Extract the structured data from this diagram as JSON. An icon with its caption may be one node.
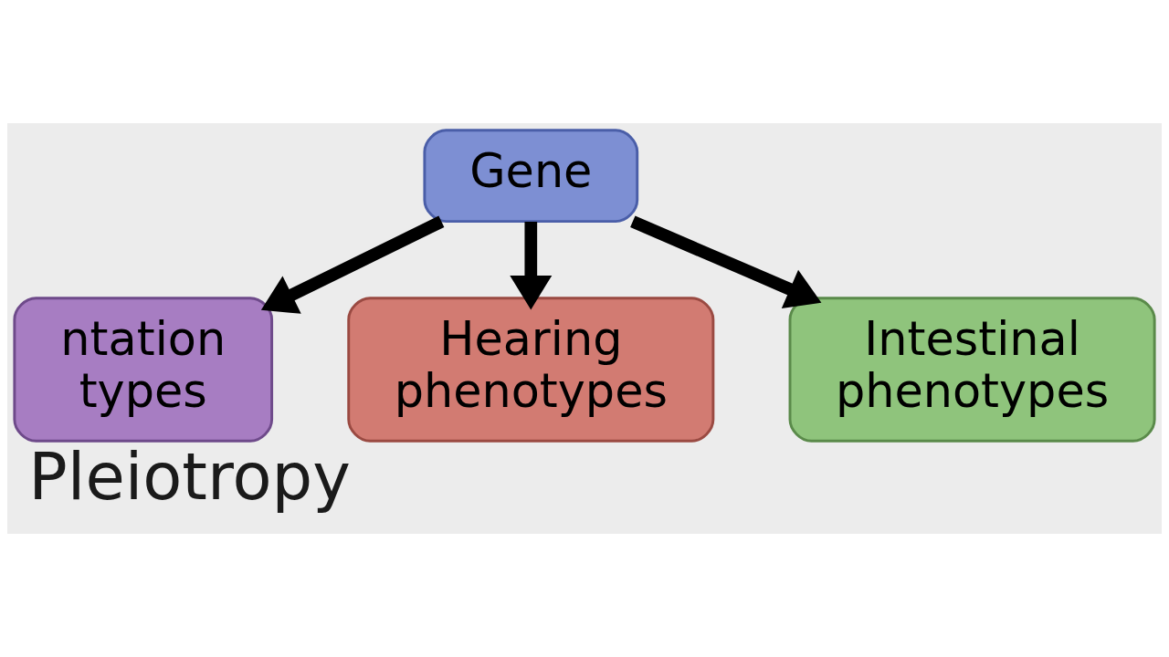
{
  "diagram": {
    "title": "Pleiotropy",
    "nodes": [
      {
        "text": [
          "Gene"
        ]
      },
      {
        "text": [
          "ntation types"
        ]
      },
      {
        "text": [
          "Intestinal phenotypes"
        ]
      },
      {
        "text": [
          "Hearing phenotypes"
        ]
      }
    ],
    "edges": [
      {
        "from": 0,
        "to": 1,
        "arrow": "to"
      },
      {
        "from": 0,
        "to": 3,
        "arrow": "to"
      },
      {
        "from": 0,
        "to": 2,
        "arrow": "to"
      }
    ]
  }
}
